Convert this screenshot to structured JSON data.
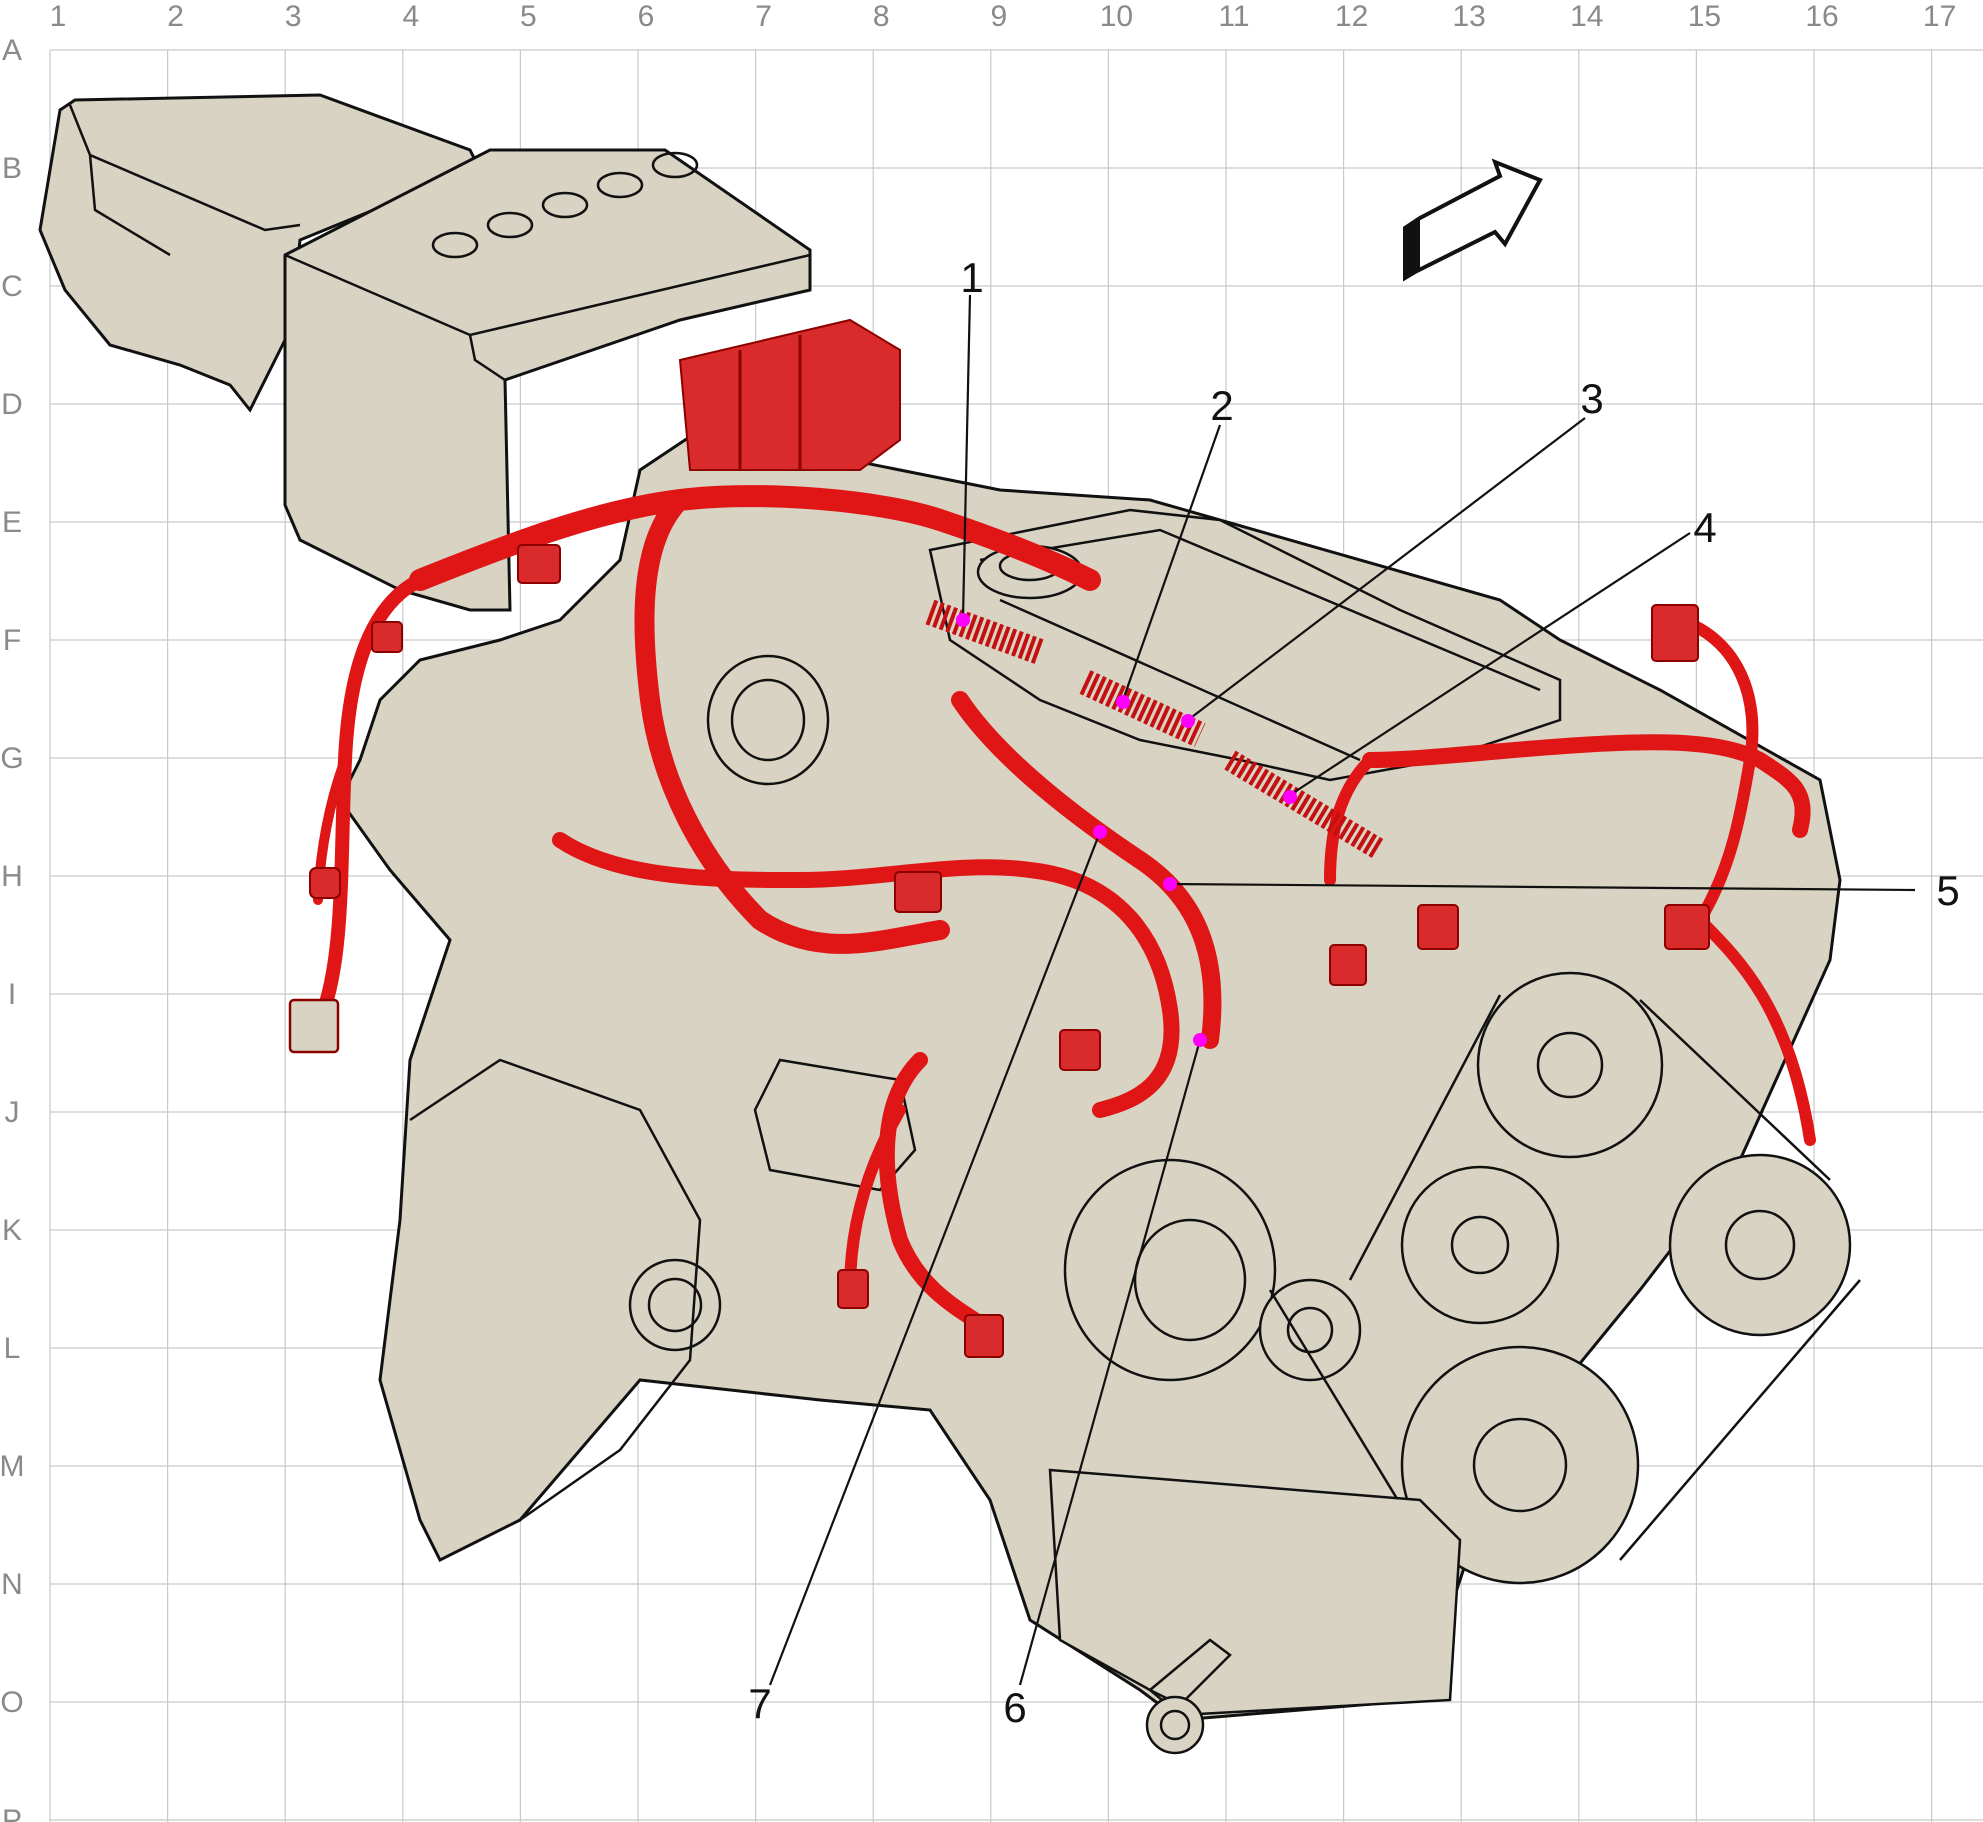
{
  "grid": {
    "columns": [
      "1",
      "2",
      "3",
      "4",
      "5",
      "6",
      "7",
      "8",
      "9",
      "10",
      "11",
      "12",
      "13",
      "14",
      "15",
      "16",
      "17"
    ],
    "rows": [
      "A",
      "B",
      "C",
      "D",
      "E",
      "F",
      "G",
      "H",
      "I",
      "J",
      "K",
      "L",
      "M",
      "N",
      "O",
      "P"
    ]
  },
  "callouts": [
    "1",
    "2",
    "3",
    "4",
    "5",
    "6",
    "7"
  ],
  "colors": {
    "harness": "#e01515",
    "locator": "#ff00ff",
    "engine_fill": "#d8d3c2",
    "grid": "#c9c9c9",
    "label": "#8a8a8a"
  }
}
